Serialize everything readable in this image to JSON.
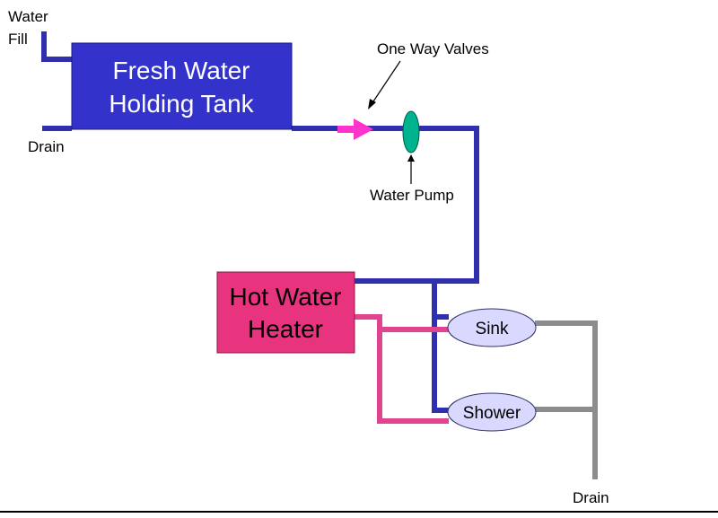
{
  "labels": {
    "water_fill_line1": "Water",
    "water_fill_line2": "Fill",
    "drain_left": "Drain",
    "one_way_valves": "One Way Valves",
    "water_pump": "Water Pump",
    "drain_bottom": "Drain"
  },
  "tank": {
    "line1": "Fresh Water",
    "line2": "Holding Tank"
  },
  "heater": {
    "line1": "Hot Water",
    "line2": "Heater"
  },
  "fixtures": {
    "sink": "Sink",
    "shower": "Shower"
  },
  "colors": {
    "cold_pipe": "#2f2fb0",
    "hot_pipe": "#e0448f",
    "drain_pipe": "#8c8c8c",
    "tank_fill": "#3333cc",
    "heater_fill": "#e8347f",
    "valve_arrow": "#ff33cc",
    "pump_fill": "#00b38f",
    "fixture_fill": "#d9d9ff",
    "background": "#ffffff"
  }
}
